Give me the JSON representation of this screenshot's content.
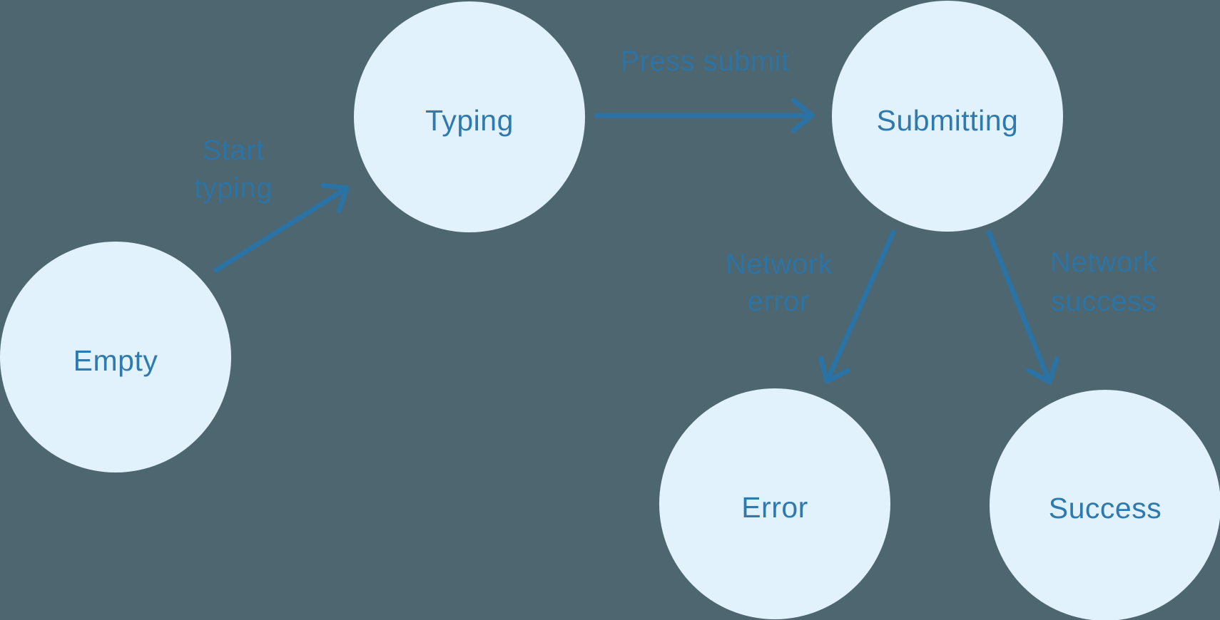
{
  "diagram": {
    "type": "state-machine",
    "colors": {
      "background": "#4d666f",
      "node_fill": "#e2f2fd",
      "node_text": "#2e7aae",
      "edge_text": "#2d73a3",
      "arrow": "#2b73a5"
    },
    "nodes": [
      {
        "id": "empty",
        "label": "Empty"
      },
      {
        "id": "typing",
        "label": "Typing"
      },
      {
        "id": "submitting",
        "label": "Submitting"
      },
      {
        "id": "error",
        "label": "Error"
      },
      {
        "id": "success",
        "label": "Success"
      }
    ],
    "edges": [
      {
        "from": "empty",
        "to": "typing",
        "label": "Start typing",
        "label_lines": [
          "Start",
          "typing"
        ]
      },
      {
        "from": "typing",
        "to": "submitting",
        "label": "Press submit",
        "label_lines": [
          "Press submit"
        ]
      },
      {
        "from": "submitting",
        "to": "error",
        "label": "Network error",
        "label_lines": [
          "Network",
          "error"
        ]
      },
      {
        "from": "submitting",
        "to": "success",
        "label": "Network success",
        "label_lines": [
          "Network",
          "success"
        ]
      }
    ]
  }
}
